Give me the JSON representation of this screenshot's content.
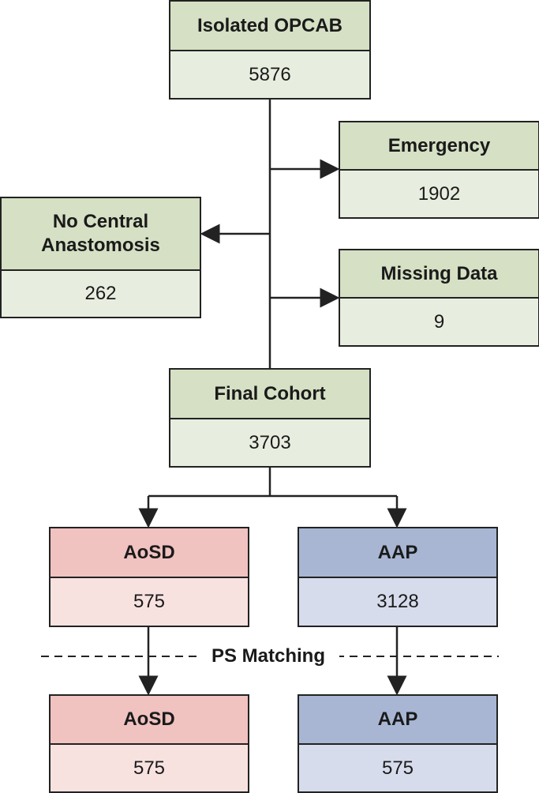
{
  "boxes": {
    "isolated": {
      "title": "Isolated OPCAB",
      "value": "5876"
    },
    "emergency": {
      "title": "Emergency",
      "value": "1902"
    },
    "no_central": {
      "title": "No Central Anastomosis",
      "value": "262"
    },
    "missing": {
      "title": "Missing Data",
      "value": "9"
    },
    "final": {
      "title": "Final Cohort",
      "value": "3703"
    },
    "aosd_pre": {
      "title": "AoSD",
      "value": "575"
    },
    "aap_pre": {
      "title": "AAP",
      "value": "3128"
    },
    "aosd_post": {
      "title": "AoSD",
      "value": "575"
    },
    "aap_post": {
      "title": "AAP",
      "value": "575"
    }
  },
  "ps_matching_label": "PS Matching",
  "colors": {
    "green_header": "#d5e0c4",
    "green_value": "#e8eedf",
    "red_header": "#f0c2c0",
    "red_value": "#f8e2e0",
    "blue_header": "#a8b6d3",
    "blue_value": "#d6dcec",
    "line": "#222222"
  }
}
